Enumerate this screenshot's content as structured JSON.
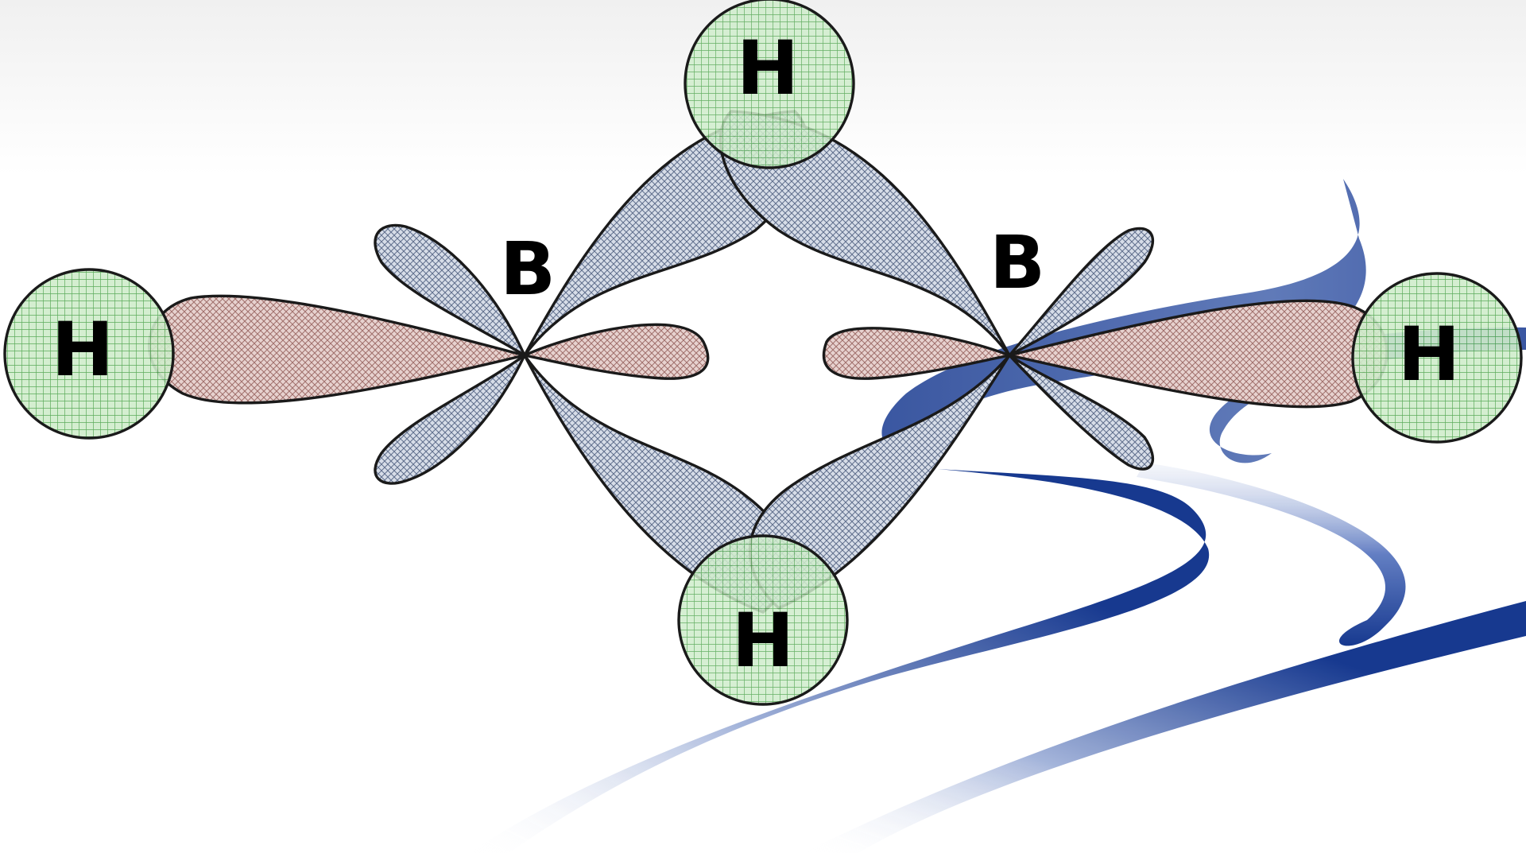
{
  "diagram": {
    "atoms": {
      "terminal_h_left": "H",
      "terminal_h_right": "H",
      "bridge_h_top": "H",
      "bridge_h_bottom": "H",
      "boron_left": "B",
      "boron_right": "B"
    },
    "colors": {
      "hydrogen_fill": "#cfeccb",
      "hydrogen_hatch": "#4aa24a",
      "sigma_lobe_fill": "#e7d2cf",
      "sigma_lobe_hatch": "#a06f6b",
      "bridge_lobe_fill": "#d7dde8",
      "bridge_lobe_hatch": "#5f6e8c",
      "outline": "#1a1a1a",
      "swoosh_dark": "#0b2f8a",
      "swoosh_light": "#c9d3ea",
      "header_gradient_top": "#f0f0f0"
    }
  }
}
